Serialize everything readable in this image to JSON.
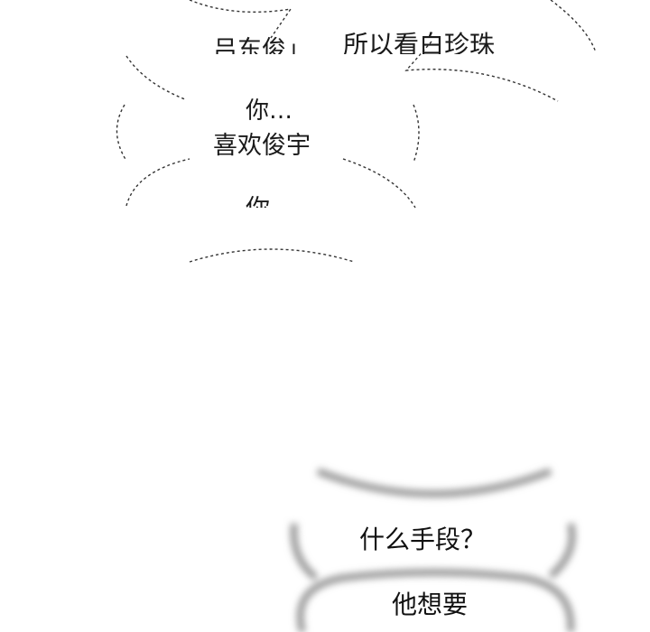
{
  "panel_top": {
    "bubble_partial_left": "吕东俊」",
    "bubble_pearl": "所以看白珍珠",
    "bubble_you": "你…",
    "bubble_like": "喜欢俊宇",
    "bubble_you_cut": "你"
  },
  "panel_bottom": {
    "bubble_means": "什么手段？",
    "bubble_wants": "他想要"
  }
}
